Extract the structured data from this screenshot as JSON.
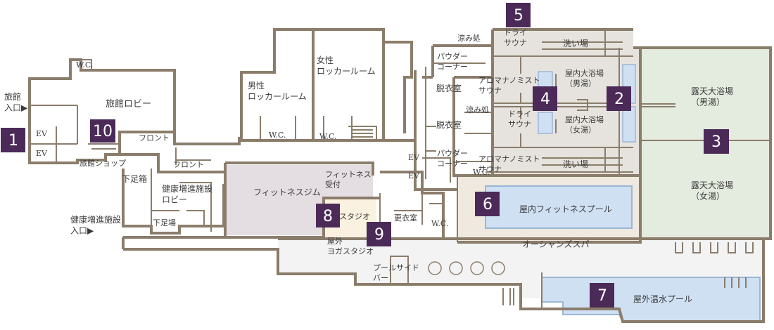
{
  "colors": {
    "wall": "#8b7d6b",
    "badge": "#4b2a58",
    "gym": "#e4dde1",
    "studio": "#fbf1e0",
    "bath_area": "#e6e3de",
    "outdoor_bath": "#e4ebdf",
    "pool_water": "#cfe0f3",
    "pool_deck": "#efe9df",
    "deck": "#f3f3f3"
  },
  "entrances": {
    "ryokan": "旅館\n入口▶",
    "health": "健康増進施設\n入口▶"
  },
  "markers": [
    "1",
    "2",
    "3",
    "4",
    "5",
    "6",
    "7",
    "8",
    "9",
    "10"
  ],
  "rooms": {
    "ryokan_lobby": "旅館ロビー",
    "front1": "フロント",
    "front2": "フロント",
    "ryokan_shop": "旅館ショップ",
    "ev1": "EV",
    "ev2": "EV",
    "wc_top": "W.C.",
    "shoe1": "下足箱",
    "health_lobby": "健康増進施設\nロビー",
    "shoe2": "下足場",
    "male_locker": "男性\nロッカールーム",
    "female_locker": "女性\nロッカールーム",
    "wc_m": "W.C.",
    "wc_f": "W.C.",
    "gym": "フィットネスジム",
    "fitness_reception": "フィットネス\n受付",
    "studio": "スタジオ",
    "outdoor_yoga": "屋外\nヨガスタジオ",
    "changing": "更衣室",
    "wc_pool": "W.C.",
    "ev3": "EV",
    "ev4": "EV",
    "cool1": "涼み処",
    "cool2": "涼み処",
    "powder1": "パウダー\nコーナー",
    "powder2": "パウダー\nコーナー",
    "dress1": "脱衣室",
    "dress2": "脱衣室",
    "dry1": "ドライ\nサウナ",
    "dry2": "ドライ\nサウナ",
    "aroma1": "アロマナノミスト\nサウナ",
    "aroma2": "アロマナノミスト\nサウナ",
    "wc_bath": "W.C.",
    "wash1": "洗い場",
    "wash2": "洗い場",
    "indoor_m": "屋内大浴場\n（男湯）",
    "indoor_f": "屋内大浴場\n（女湯）",
    "outdoor_m": "露天大浴場\n（男湯）",
    "outdoor_f": "露天大浴場\n（女湯）",
    "indoor_pool": "屋内フィットネスプール",
    "oceans_spa": "オーシャンズスパ",
    "poolside_bar": "プールサイド\nバー",
    "outdoor_pool": "屋外温水プール"
  }
}
